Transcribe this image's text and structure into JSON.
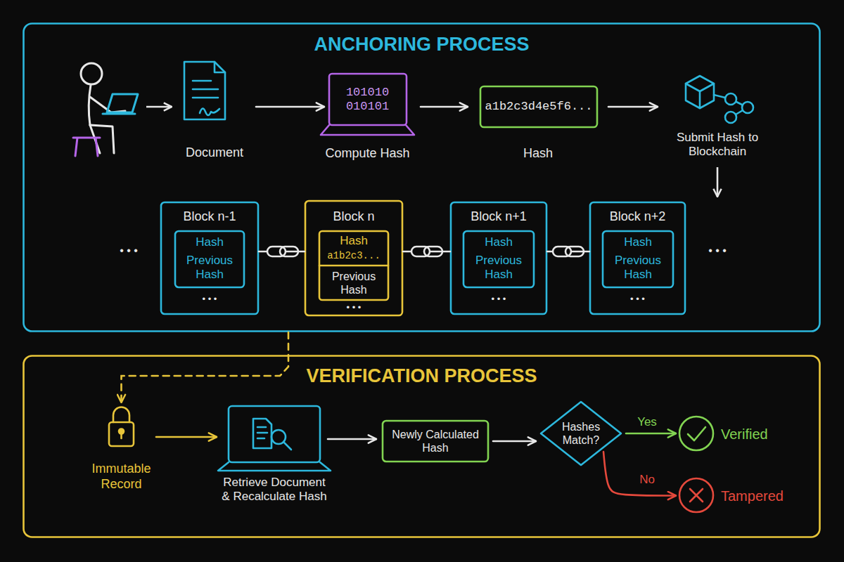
{
  "diagram": {
    "nodes": [
      {
        "text": [
          "ANCHORING PROCESS"
        ]
      },
      {
        "text": [
          "Document"
        ],
        "in": 0
      },
      {
        "text": [
          "101010 010101",
          "Compute Hash"
        ],
        "in": 0
      },
      {
        "text": [
          "a1b2c3d4e5f6...",
          "Hash"
        ],
        "in": 0
      },
      {
        "text": [
          "Submit Hash to Blockchain"
        ],
        "in": 0
      },
      {
        "text": [
          "Block n-1",
          "• • •"
        ],
        "in": 0
      },
      {
        "text": [
          "Hash",
          "Previous Hash"
        ],
        "in": 5
      },
      {
        "text": [
          "Block n",
          "• • •"
        ],
        "in": 0
      },
      {
        "text": [
          "Hash",
          "a1b2c3...",
          "Previous Hash"
        ],
        "in": 7
      },
      {
        "text": [
          "Block n+1",
          "• • •"
        ],
        "in": 0
      },
      {
        "text": [
          "Hash",
          "Previous Hash"
        ],
        "in": 9
      },
      {
        "text": [
          "Block n+2",
          "• • •"
        ],
        "in": 0
      },
      {
        "text": [
          "Hash",
          "Previous Hash"
        ],
        "in": 11
      },
      {
        "text": [
          "VERIFICATION PROCESS"
        ]
      },
      {
        "text": [
          "Immutable Record"
        ],
        "in": 13
      },
      {
        "text": [
          "Retrieve Document & Recalculate Hash"
        ],
        "in": 13
      },
      {
        "text": [
          "Newly Calculated Hash"
        ],
        "in": 13
      },
      {
        "text": [
          "Hashes Match?"
        ],
        "in": 13
      },
      {
        "text": [
          "Verified"
        ],
        "in": 13
      },
      {
        "text": [
          "Tampered"
        ],
        "in": 13
      }
    ],
    "edges": [
      {
        "from": 1,
        "to": 2,
        "arrow": "to"
      },
      {
        "from": 2,
        "to": 3,
        "arrow": "to"
      },
      {
        "from": 3,
        "to": 4,
        "arrow": "to"
      },
      {
        "from": 5,
        "to": 7,
        "arrow": "none"
      },
      {
        "from": 7,
        "to": 9,
        "arrow": "none"
      },
      {
        "from": 9,
        "to": 11,
        "arrow": "none"
      },
      {
        "from": 0,
        "to": 14,
        "arrow": "to"
      },
      {
        "from": 14,
        "to": 15,
        "arrow": "to"
      },
      {
        "from": 15,
        "to": 16,
        "arrow": "to"
      },
      {
        "from": 16,
        "to": 17,
        "arrow": "to"
      },
      {
        "from": 17,
        "to": 18,
        "label": "Yes",
        "arrow": "to"
      },
      {
        "from": 17,
        "to": 19,
        "label": "No",
        "arrow": "to"
      }
    ],
    "labels": [
      "• • •",
      "• • •"
    ]
  }
}
